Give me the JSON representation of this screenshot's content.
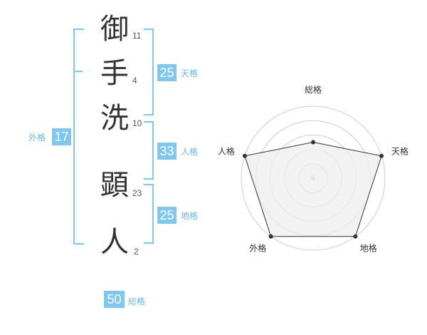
{
  "name": {
    "chars": [
      {
        "char": "御",
        "strokes": "11"
      },
      {
        "char": "手",
        "strokes": "4"
      },
      {
        "char": "洗",
        "strokes": "10"
      },
      {
        "char": "顕",
        "strokes": "23"
      },
      {
        "char": "人",
        "strokes": "2"
      }
    ]
  },
  "scores": {
    "tenkaku": {
      "value": "25",
      "label": "天格"
    },
    "jinkaku": {
      "value": "33",
      "label": "人格"
    },
    "chikaku": {
      "value": "25",
      "label": "地格"
    },
    "gaikaku": {
      "value": "17",
      "label": "外格"
    },
    "soukaku": {
      "value": "50",
      "label": "総格"
    }
  },
  "chart_data": {
    "type": "radar",
    "axes": [
      "総格",
      "天格",
      "地格",
      "外格",
      "人格"
    ],
    "values": [
      0.5,
      1.0,
      1.0,
      1.0,
      1.0
    ],
    "rings": 5,
    "colors": {
      "fill": "#eeeeee",
      "stroke": "#333333",
      "grid": "#cccccc"
    }
  }
}
